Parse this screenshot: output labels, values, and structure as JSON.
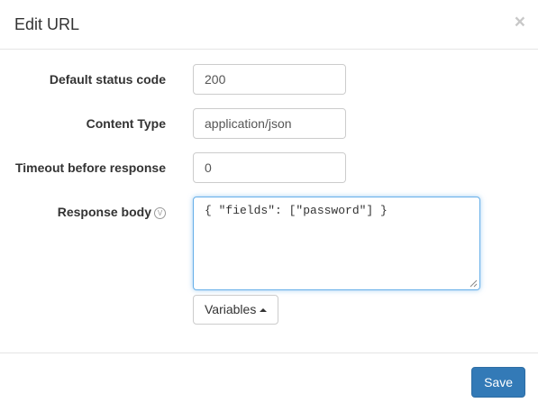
{
  "dialog": {
    "title": "Edit URL",
    "close_glyph": "×"
  },
  "form": {
    "status_code": {
      "label": "Default status code",
      "value": "200"
    },
    "content_type": {
      "label": "Content Type",
      "value": "application/json"
    },
    "timeout": {
      "label": "Timeout before response",
      "value": "0"
    },
    "response_body": {
      "label": "Response body",
      "info_glyph": "V",
      "value": "{ \"fields\": [\"password\"] }"
    },
    "variables_label": "Variables"
  },
  "footer": {
    "save_label": "Save"
  },
  "colors": {
    "primary": "#337ab7",
    "focus_border": "#66afe9",
    "close": "#c8c8c8"
  },
  "icons": {
    "close": "close-icon",
    "info": "variable-info-icon",
    "caret": "caret-up-icon"
  }
}
